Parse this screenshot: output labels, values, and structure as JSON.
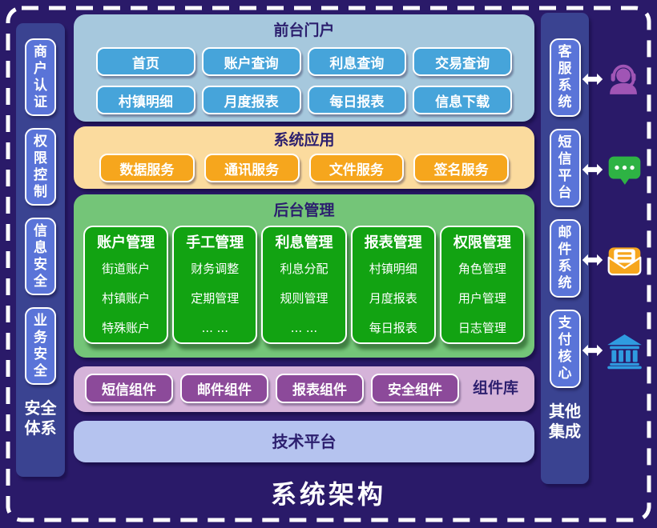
{
  "title": "系统架构",
  "left_sidebar": {
    "label": "安全体系",
    "items": [
      {
        "label": "商户认证"
      },
      {
        "label": "权限控制"
      },
      {
        "label": "信息安全"
      },
      {
        "label": "业务安全"
      }
    ]
  },
  "right_sidebar": {
    "label": "其他集成",
    "items": [
      {
        "label": "客服系统",
        "icon": "headset-icon"
      },
      {
        "label": "短信平台",
        "icon": "sms-chat-icon"
      },
      {
        "label": "邮件系统",
        "icon": "mail-icon"
      },
      {
        "label": "支付核心",
        "icon": "bank-icon"
      }
    ]
  },
  "portal": {
    "title": "前台门户",
    "buttons": [
      "首页",
      "账户查询",
      "利息查询",
      "交易查询",
      "村镇明细",
      "月度报表",
      "每日报表",
      "信息下载"
    ]
  },
  "apps": {
    "title": "系统应用",
    "buttons": [
      "数据服务",
      "通讯服务",
      "文件服务",
      "签名服务"
    ]
  },
  "backend": {
    "title": "后台管理",
    "columns": [
      {
        "header": "账户管理",
        "items": [
          "街道账户",
          "村镇账户",
          "特殊账户"
        ]
      },
      {
        "header": "手工管理",
        "items": [
          "财务调整",
          "定期管理",
          "... ..."
        ]
      },
      {
        "header": "利息管理",
        "items": [
          "利息分配",
          "规则管理",
          "... ..."
        ]
      },
      {
        "header": "报表管理",
        "items": [
          "村镇明细",
          "月度报表",
          "每日报表"
        ]
      },
      {
        "header": "权限管理",
        "items": [
          "角色管理",
          "用户管理",
          "日志管理"
        ]
      }
    ]
  },
  "components": {
    "label": "组件库",
    "buttons": [
      "短信组件",
      "邮件组件",
      "报表组件",
      "安全组件"
    ]
  },
  "platform": {
    "title": "技术平台"
  },
  "colors": {
    "page_bg": "#2a1a69",
    "strip_bg": "#3a4391",
    "strip_box": "#5a74d8",
    "portal_bg": "#a6c8dd",
    "portal_btn": "#46a4da",
    "apps_bg": "#fbdb9e",
    "apps_btn": "#f6a61d",
    "backend_bg": "#74c578",
    "backend_col": "#12a312",
    "components_bg": "#d5b3d9",
    "components_btn": "#8c4a9a",
    "platform_bg": "#b5c3ef",
    "dark_text": "#2c1f6e",
    "icon_headset": "#a055b5",
    "icon_sms": "#2eb344",
    "icon_mail": "#f6a61d",
    "icon_bank": "#2f9be0"
  }
}
